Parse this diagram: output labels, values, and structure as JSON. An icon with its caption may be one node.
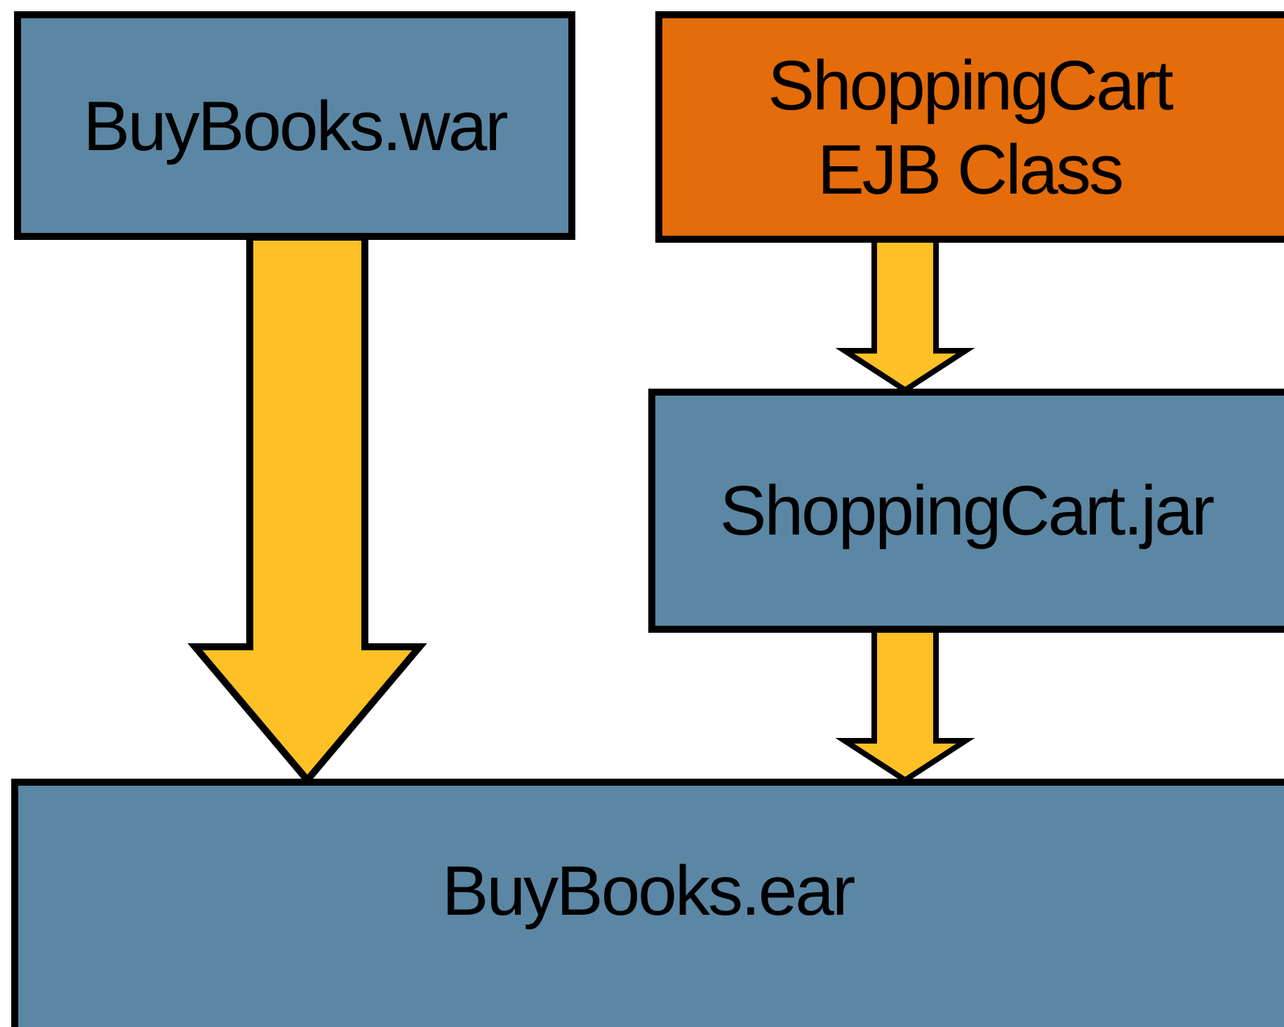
{
  "diagram": {
    "nodes": [
      {
        "text": [
          "BuyBooks.war"
        ]
      },
      {
        "text": [
          "ShoppingCart EJB Class"
        ]
      },
      {
        "text": [
          "ShoppingCart.jar"
        ]
      },
      {
        "text": [
          "BuyBooks.ear"
        ]
      }
    ],
    "edges": [
      {
        "from": 0,
        "to": 3,
        "arrow": "to",
        "style": "thick"
      },
      {
        "from": 1,
        "to": 2,
        "arrow": "to"
      },
      {
        "from": 2,
        "to": 3,
        "arrow": "to"
      }
    ]
  }
}
